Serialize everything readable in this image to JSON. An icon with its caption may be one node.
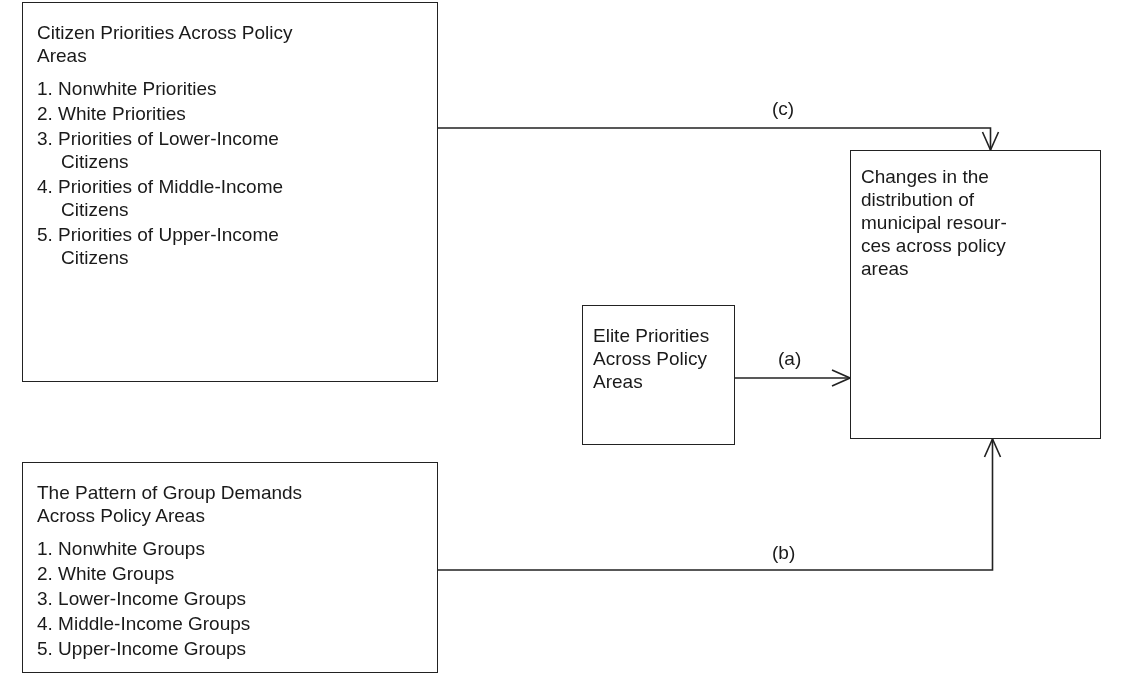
{
  "diagram": {
    "nodes": [
      {
        "text": [
          "Citizen Priorities Across Policy Areas",
          "1. Nonwhite Priorities",
          "2. White Priorities",
          "3. Priorities of Lower-Income Citizens",
          "4. Priorities of Middle-Income Citizens",
          "5. Priorities of Upper-Income Citizens"
        ]
      },
      {
        "text": [
          "Elite Priorities Across Policy Areas"
        ]
      },
      {
        "text": [
          "Changes in the distribution of municipal resour-ces across policy areas"
        ]
      },
      {
        "text": [
          "The Pattern of Group Demands Across Policy Areas",
          "1. Nonwhite Groups",
          "2. White Groups",
          "3. Lower-Income Groups",
          "4. Middle-Income Groups",
          "5. Upper-Income Groups"
        ]
      }
    ],
    "edges": [
      {
        "from": 0,
        "to": 2,
        "arrow": "to",
        "label": "(c)"
      },
      {
        "from": 1,
        "to": 2,
        "arrow": "to",
        "label": "(a)"
      },
      {
        "from": 3,
        "to": 2,
        "arrow": "to",
        "label": "(b)"
      }
    ]
  }
}
